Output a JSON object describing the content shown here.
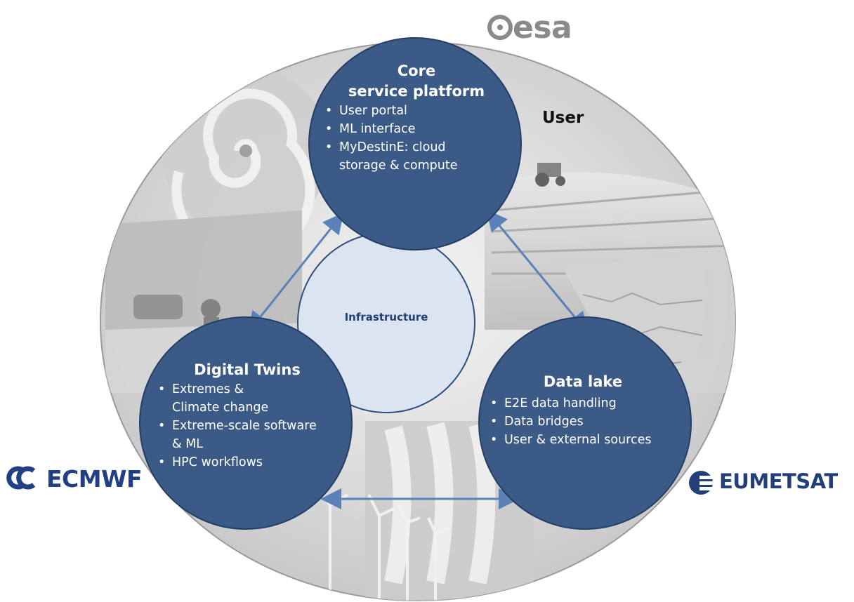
{
  "labels": {
    "user": "User",
    "infrastructure": "Infrastructure"
  },
  "core": {
    "title_line1": "Core",
    "title_line2": "service platform",
    "items": [
      "User portal",
      "ML interface",
      "MyDestinE: cloud",
      "storage & compute"
    ]
  },
  "twins": {
    "title": "Digital Twins",
    "items": [
      "Extremes &",
      "Climate change",
      "Extreme-scale software",
      "& ML",
      "HPC workflows"
    ]
  },
  "lake": {
    "title": "Data lake",
    "items": [
      "E2E data handling",
      "Data bridges",
      "User & external sources"
    ]
  },
  "logos": {
    "esa": "esa",
    "ecmwf": "ECMWF",
    "eumetsat": "EUMETSAT"
  },
  "colors": {
    "node_fill": "#3c5a86",
    "infra_fill": "#dbe4f1",
    "arrow": "#5a82b8",
    "infra_text": "#233f73"
  }
}
